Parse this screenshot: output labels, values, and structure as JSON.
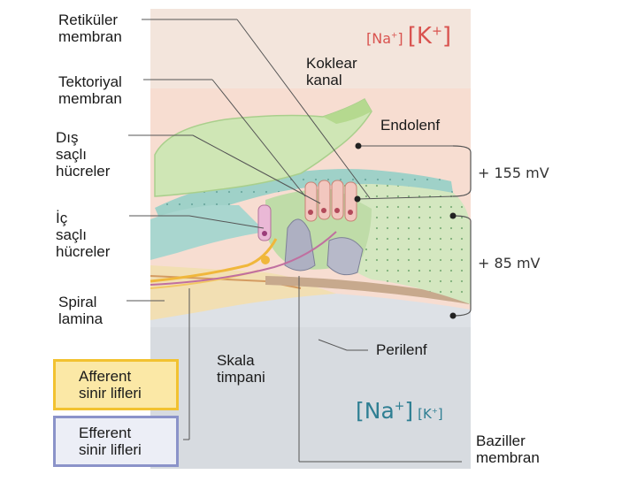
{
  "labels": {
    "retikuler": "Retiküler\nmembran",
    "koklear": "Koklear\nkanal",
    "tektoriyal": "Tektoriyal\nmembran",
    "endolenf": "Endolenf",
    "dis_sacli": "Dış\nsaçlı\nhücreler",
    "ic_sacli": "İç\nsaçlı\nhücreler",
    "spiral": "Spiral\nlamina",
    "skala": "Skala\ntimpani",
    "perilenf": "Perilenf",
    "baziller": "Baziller\nmembran"
  },
  "ions_top": {
    "na": "[Na",
    "na_sup": "+",
    "k": "[K",
    "k_sup": "+"
  },
  "ions_bottom": {
    "na": "[Na",
    "na_sup": "+",
    "k": "[K",
    "k_sup": "+"
  },
  "potentials": {
    "upper": "+ 155 mV",
    "lower": "+ 85 mV"
  },
  "legend": {
    "afferent": "Afferent\nsinir lifleri",
    "efferent": "Efferent\nsinir lifleri"
  },
  "colors": {
    "ion_red": "#d9534f",
    "ion_teal": "#2f7f93",
    "afferent_fill": "#fbe8a6",
    "afferent_border": "#f2c230",
    "efferent_fill": "#eceef6",
    "efferent_border": "#8b93c9"
  }
}
